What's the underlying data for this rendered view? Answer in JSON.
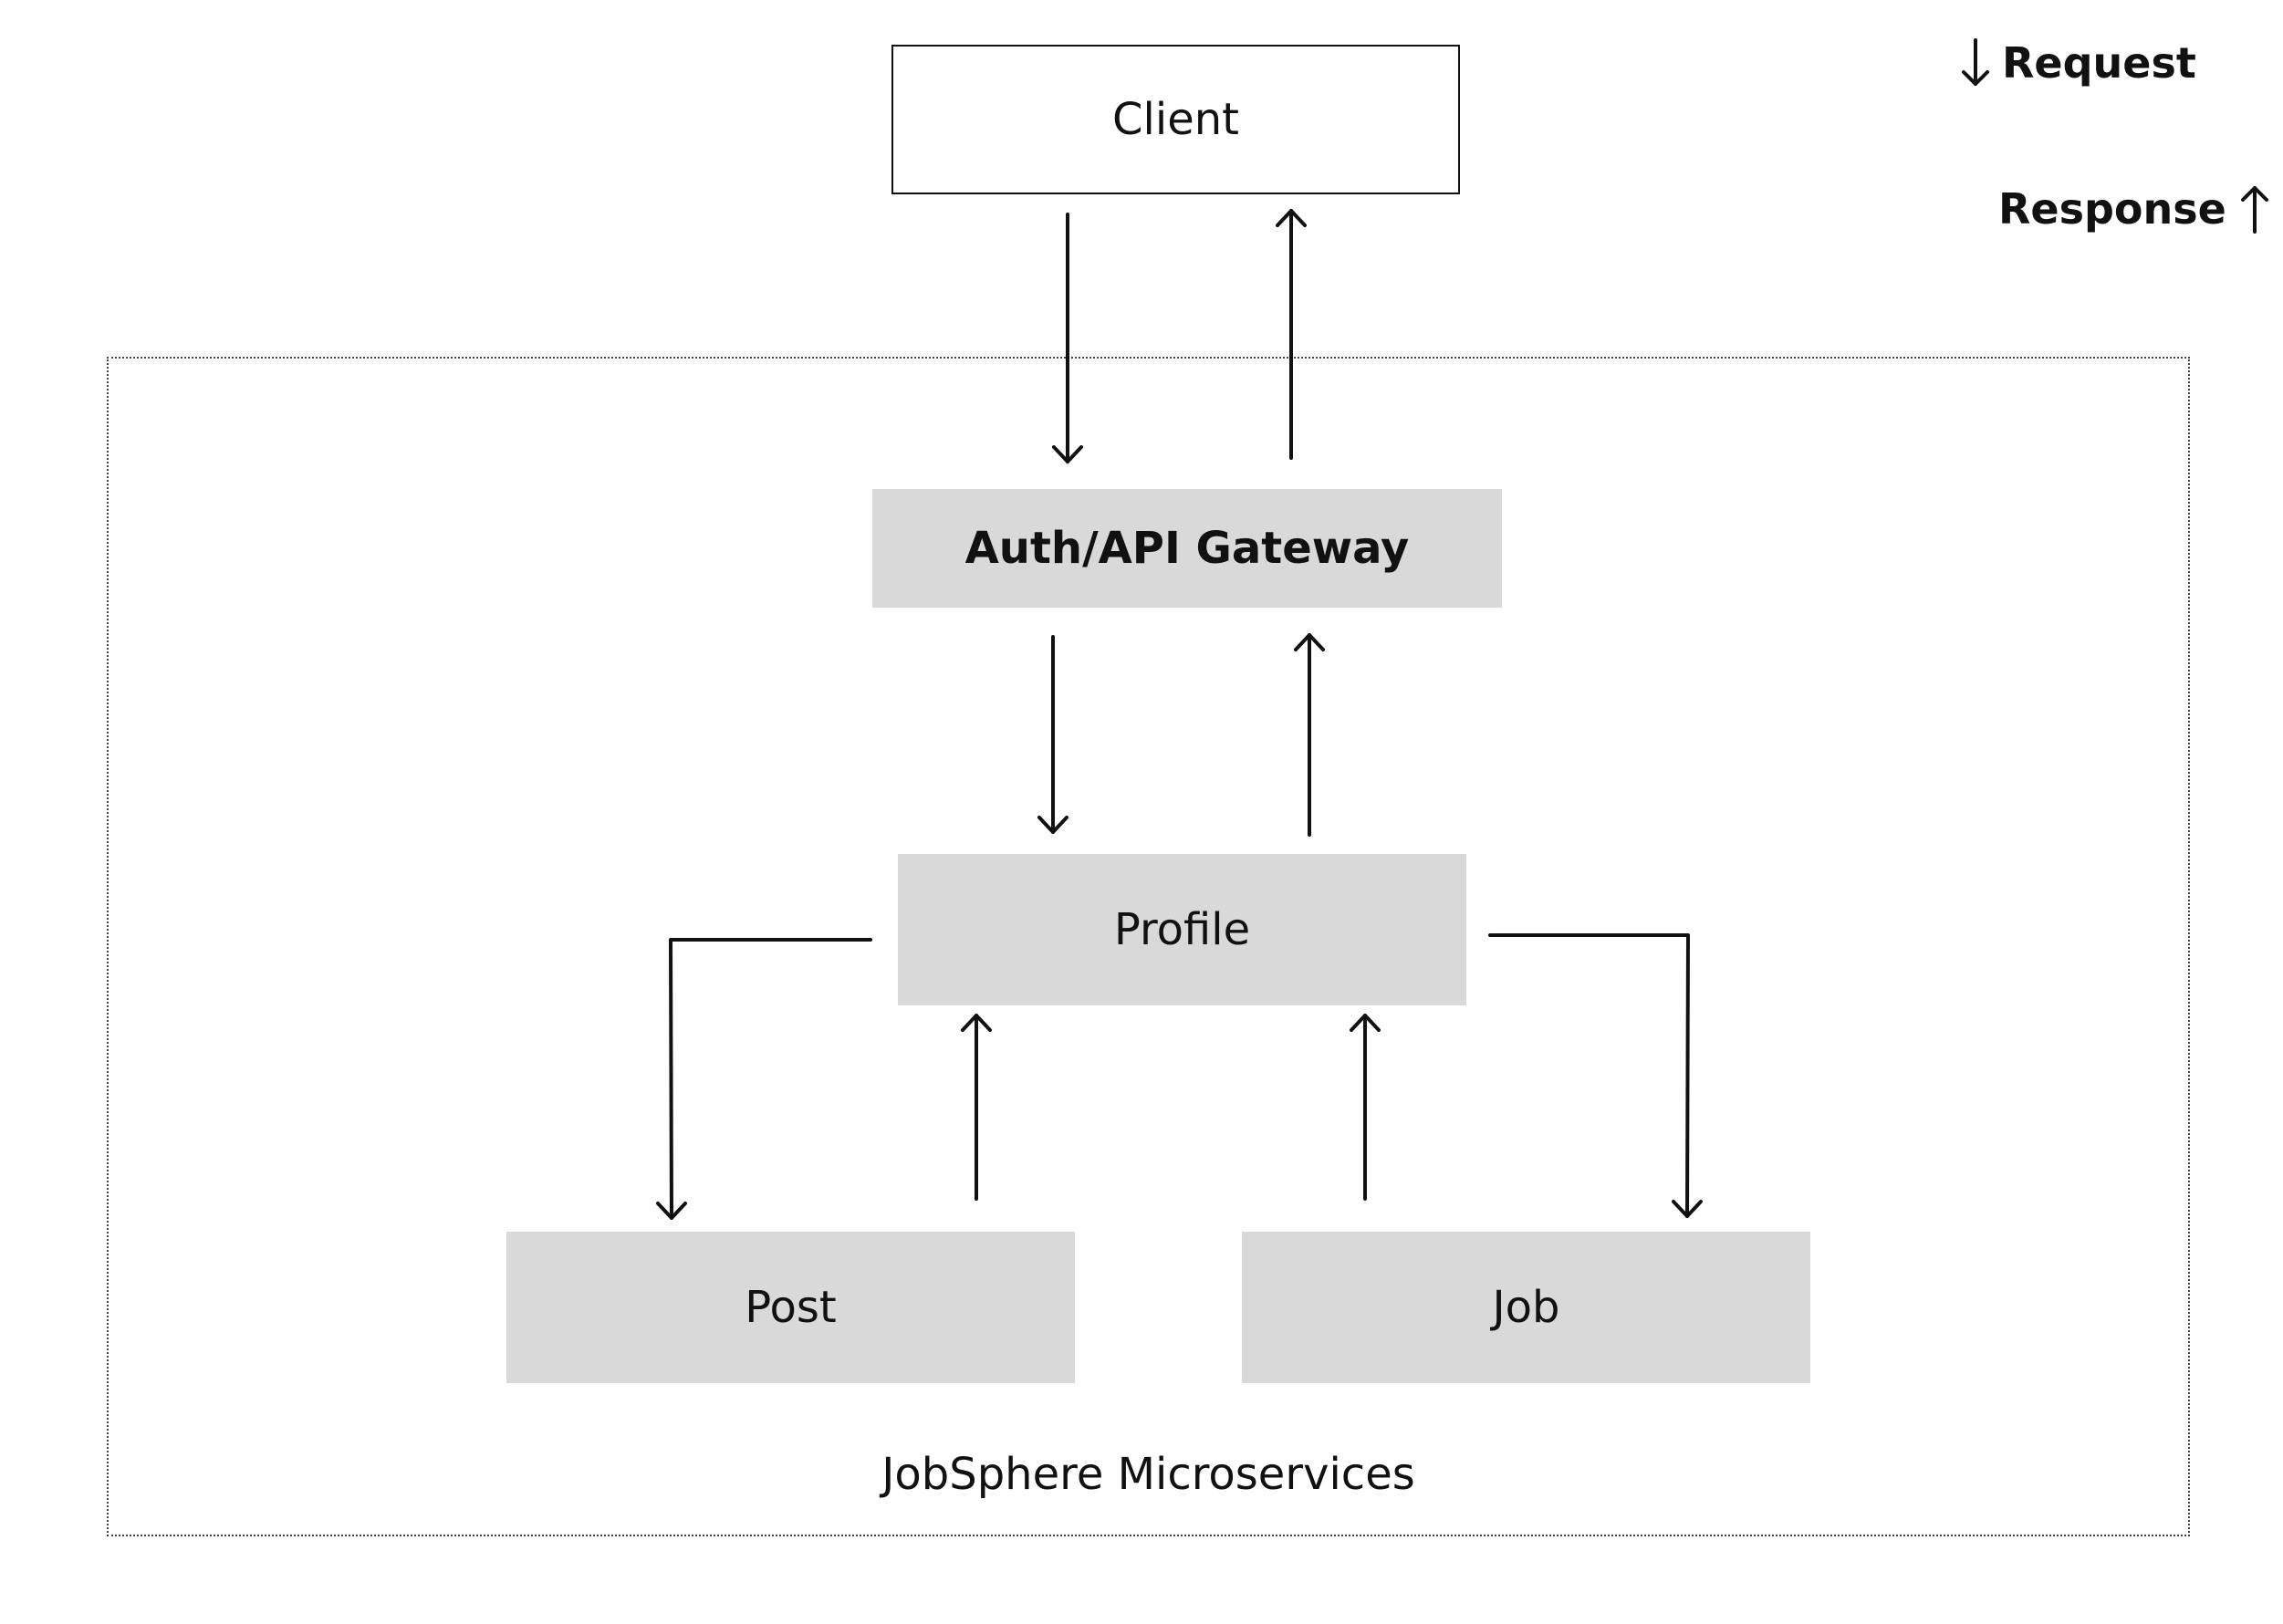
{
  "legend": {
    "request_label": "Request",
    "response_label": "Response"
  },
  "nodes": {
    "client": "Client",
    "gateway": "Auth/API Gateway",
    "profile": "Profile",
    "post": "Post",
    "job": "Job"
  },
  "boundary": {
    "label": "JobSphere Microservices"
  },
  "colors": {
    "service_fill": "#d9d9d9",
    "line": "#111111"
  }
}
